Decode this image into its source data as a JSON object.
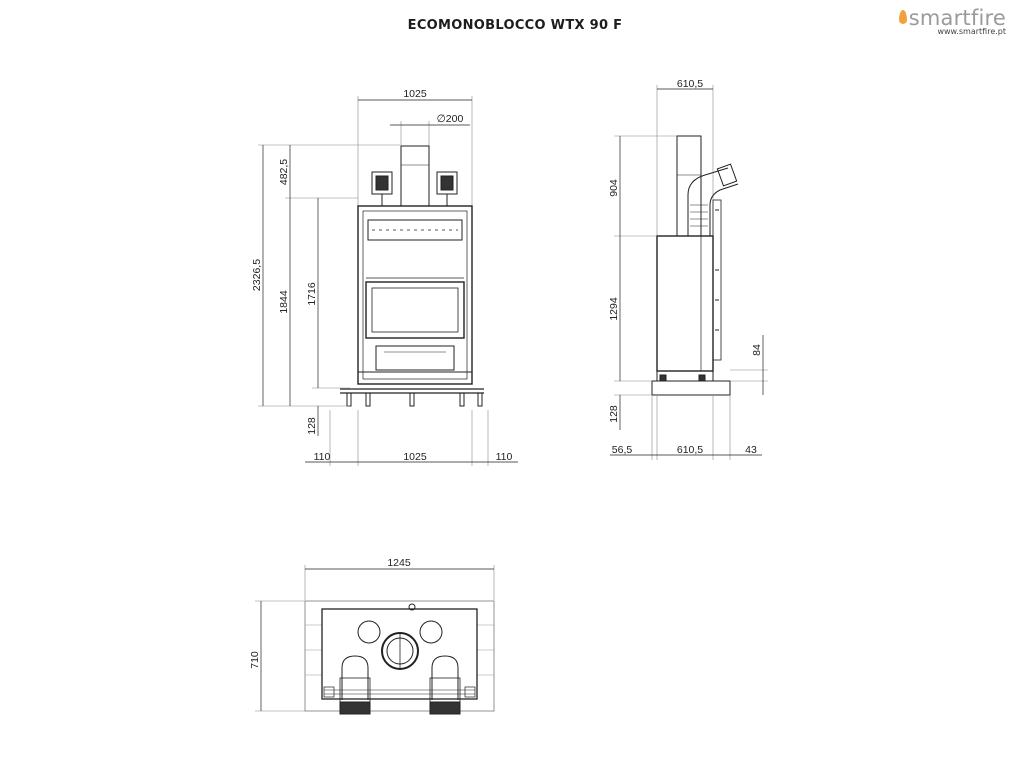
{
  "title": "ECOMONOBLOCCO WTX 90 F",
  "brand": {
    "name": "smartfire",
    "url": "www.smartfire.pt",
    "logo_icon": "flame-icon",
    "accent_color": "#f2a03a"
  },
  "front_view": {
    "width_top": "1025",
    "flue_diameter": "∅200",
    "height_total": "2326,5",
    "height_flue_section": "482,5",
    "height_body": "1844",
    "height_inner": "1716",
    "base_height": "128",
    "base_left": "110",
    "base_center": "1025",
    "base_right": "110"
  },
  "side_view": {
    "depth_top": "610,5",
    "height_upper": "904",
    "height_lower": "1294",
    "height_small": "84",
    "base_height": "128",
    "bottom_left": "56,5",
    "bottom_center": "610,5",
    "bottom_right": "43"
  },
  "top_view": {
    "width": "1245",
    "depth": "710"
  }
}
